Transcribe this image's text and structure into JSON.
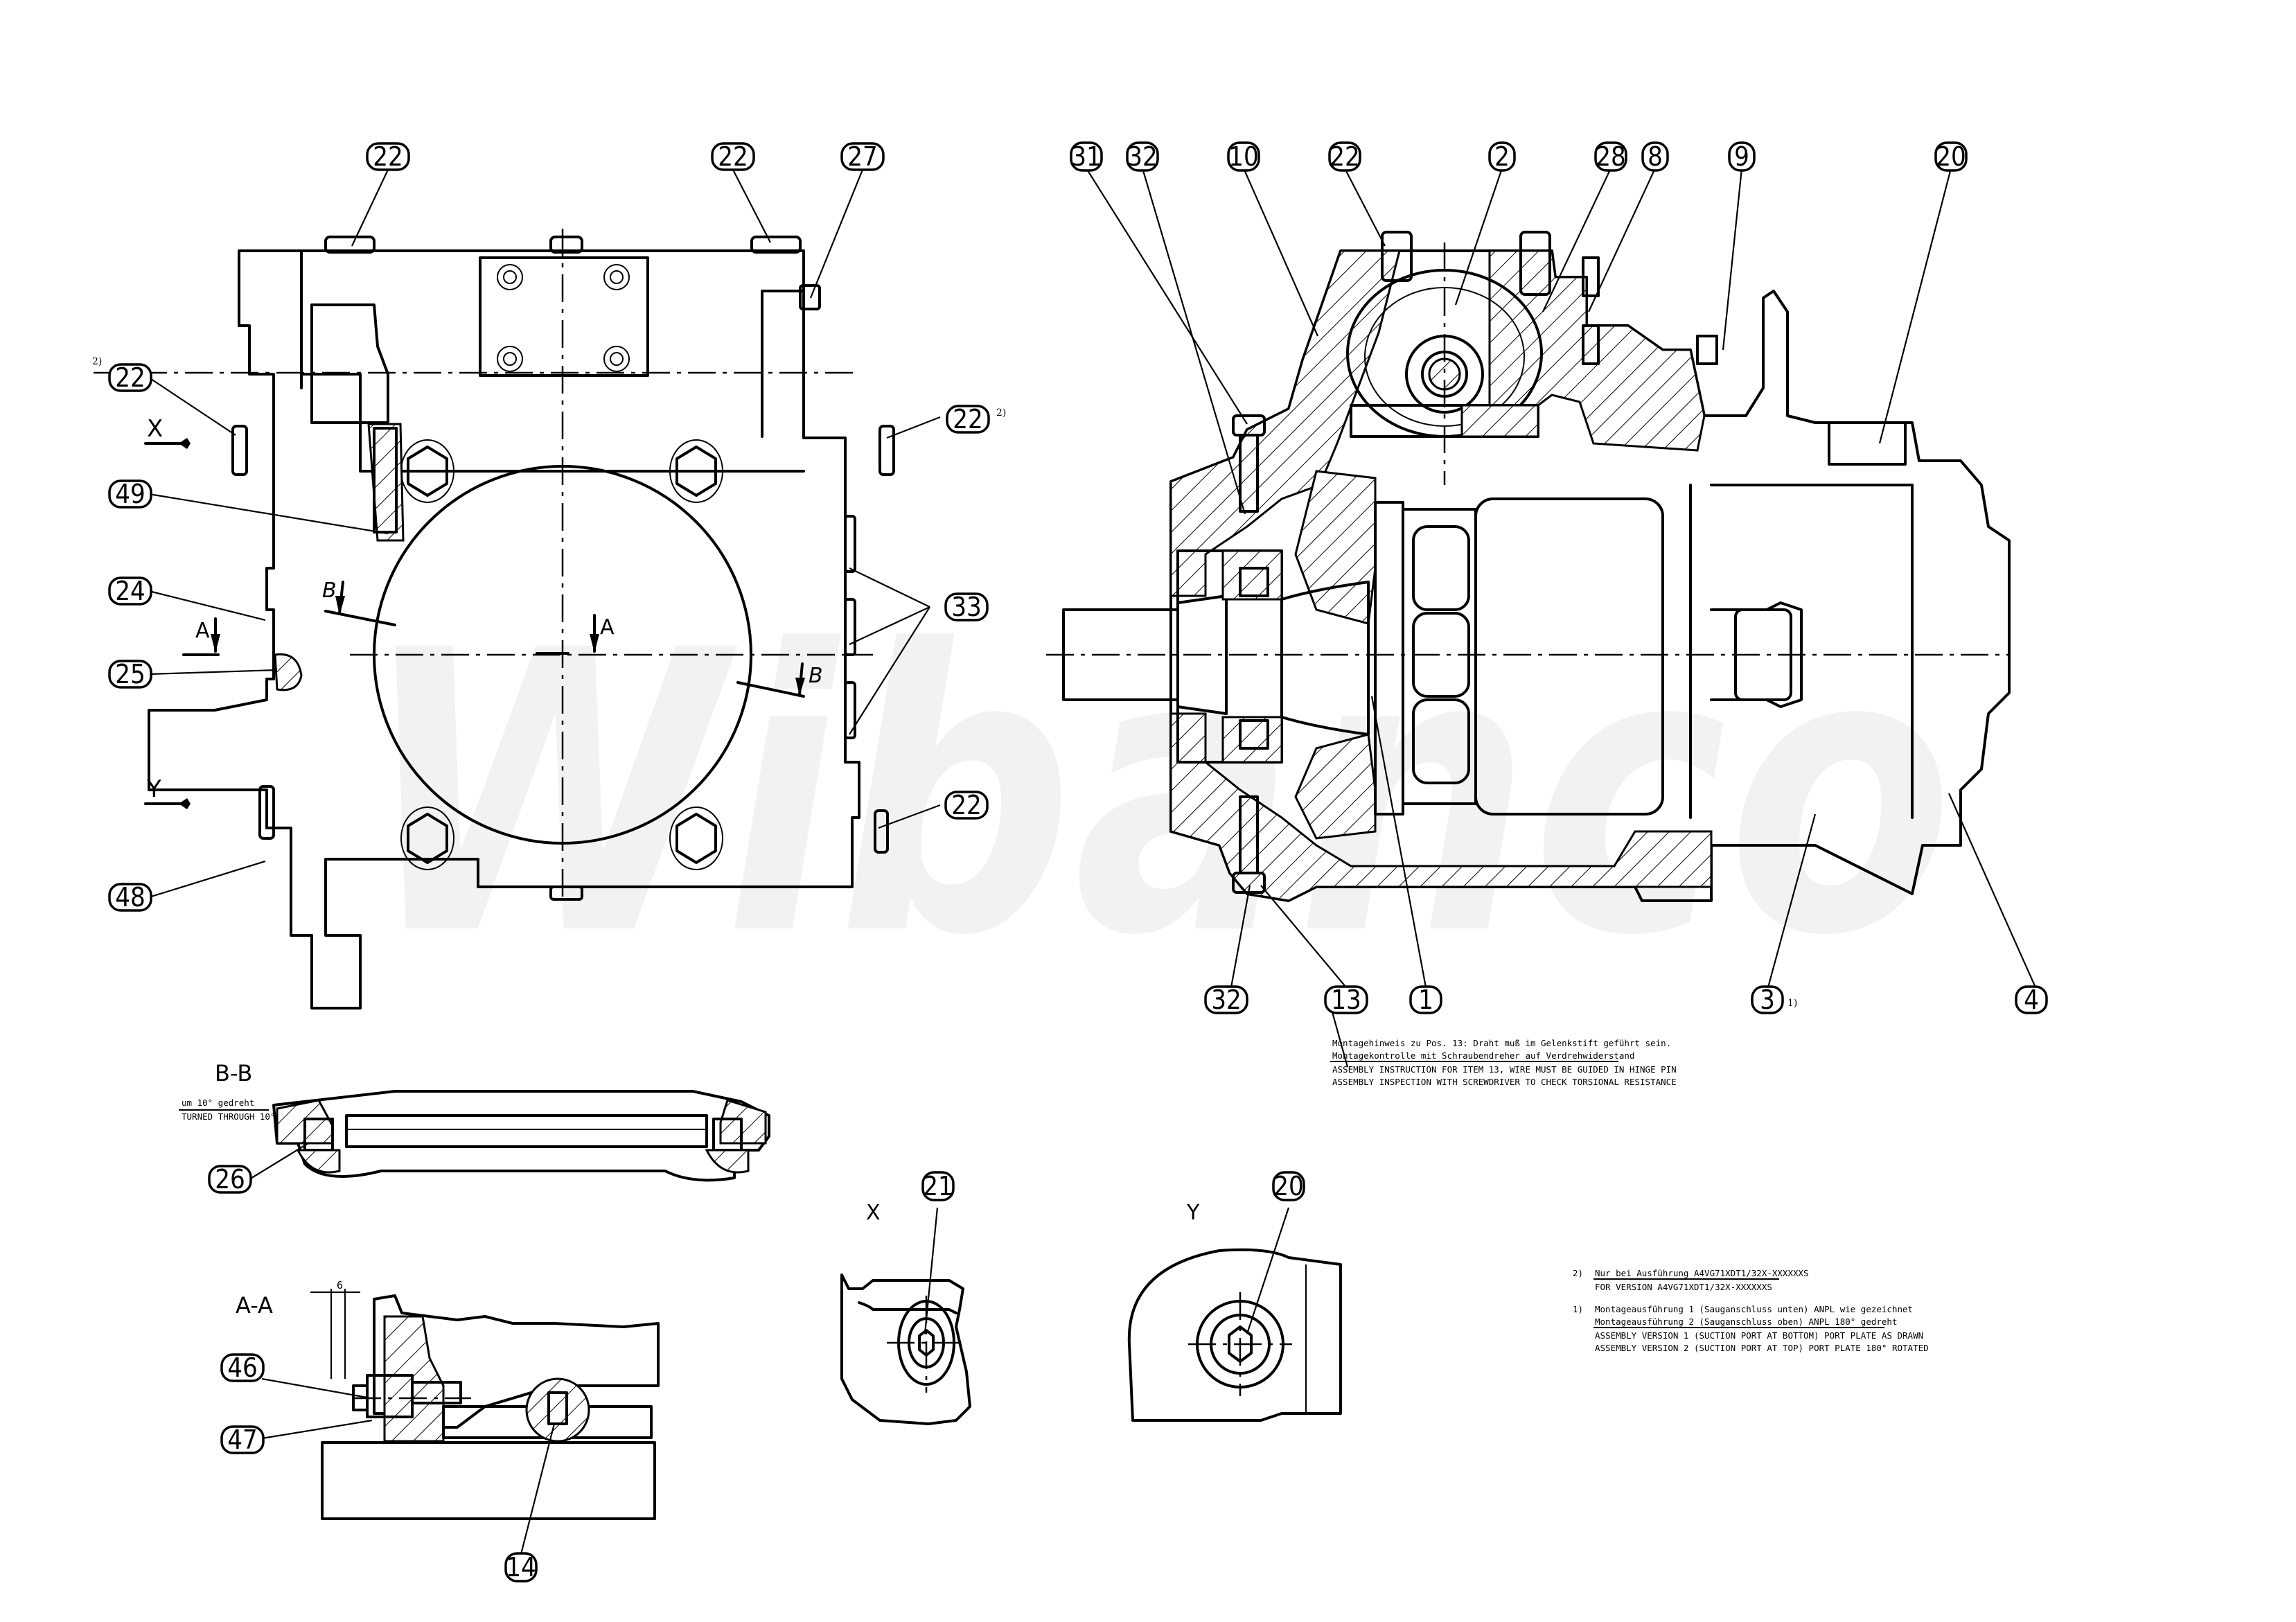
{
  "drawing": {
    "watermark": "Wibanco",
    "balloons": {
      "b22_top_left": "22",
      "b22_top_mid": "22",
      "b27": "27",
      "b22_left": "22",
      "b22_right": "22",
      "b49": "49",
      "b24": "24",
      "b25": "25",
      "b33": "33",
      "b48": "48",
      "b22_lower_right": "22",
      "b31": "31",
      "b32_top": "32",
      "b10": "10",
      "b22_sect": "22",
      "b2": "2",
      "b28": "28",
      "b8": "8",
      "b9": "9",
      "b20_top": "20",
      "b32_bottom": "32",
      "b13": "13",
      "b1": "1",
      "b3": "3",
      "b4": "4",
      "b26": "26",
      "b21": "21",
      "b20_y": "20",
      "b46": "46",
      "b47": "47",
      "b14": "14"
    },
    "footnote_marks": {
      "left_22": "2)",
      "right_22": "2)",
      "b3": "1)"
    },
    "view_labels": {
      "arrow_x": "X",
      "arrow_y": "Y",
      "cut_a_left": "A",
      "cut_a_center": "A",
      "cut_b_left": "B",
      "cut_b_right": "B",
      "section_bb": "B-B",
      "section_aa": "A-A",
      "view_x": "X",
      "view_y": "Y"
    },
    "bb_note": {
      "de": "um 10° gedreht",
      "en": "TURNED THROUGH 10°"
    },
    "aa_dimension": "6",
    "assembly_note": {
      "de_line1": "Montagehinweis zu Pos. 13: Draht muß im Gelenkstift geführt sein.",
      "de_line2": "Montagekontrolle mit Schraubendreher auf Verdrehwiderstand",
      "en_line1": "ASSEMBLY INSTRUCTION FOR ITEM 13, WIRE MUST BE GUIDED IN HINGE PIN",
      "en_line2": "ASSEMBLY INSPECTION WITH SCREWDRIVER TO CHECK TORSIONAL RESISTANCE"
    },
    "footnotes": [
      {
        "mark": "2)",
        "de": "Nur bei Ausführung A4VG71XDT1/32X-XXXXXXS",
        "en": "FOR VERSION A4VG71XDT1/32X-XXXXXXS"
      },
      {
        "mark": "1)",
        "de_line1": "Montageausführung 1 (Sauganschluss unten) ANPL wie gezeichnet",
        "de_line2": "Montageausführung 2 (Sauganschluss oben) ANPL 180° gedreht",
        "en_line1": "ASSEMBLY VERSION 1 (SUCTION PORT AT BOTTOM) PORT PLATE AS DRAWN",
        "en_line2": "ASSEMBLY VERSION 2 (SUCTION PORT AT TOP) PORT PLATE 180° ROTATED"
      }
    ]
  }
}
